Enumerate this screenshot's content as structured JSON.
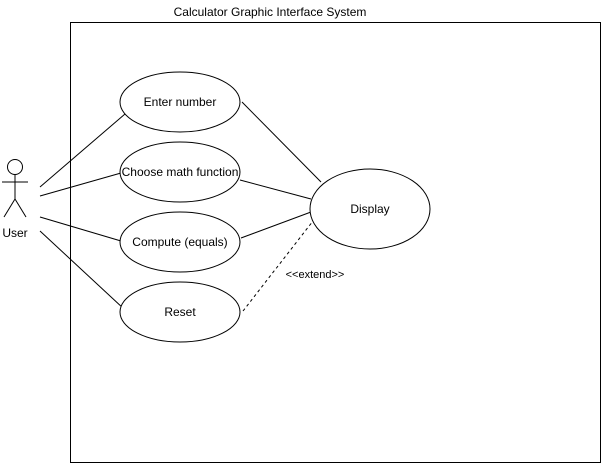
{
  "diagram": {
    "type": "uml-use-case",
    "system": {
      "name": "Calculator Graphic Interface System"
    },
    "actor": {
      "name": "User"
    },
    "use_cases": [
      {
        "id": "enter-number",
        "label": "Enter number"
      },
      {
        "id": "choose-math-function",
        "label": "Choose math function"
      },
      {
        "id": "compute-equals",
        "label": "Compute (equals)"
      },
      {
        "id": "reset",
        "label": "Reset"
      },
      {
        "id": "display",
        "label": "Display"
      }
    ],
    "associations": [
      {
        "from": "User",
        "to": "Enter number"
      },
      {
        "from": "User",
        "to": "Choose math function"
      },
      {
        "from": "User",
        "to": "Compute (equals)"
      },
      {
        "from": "User",
        "to": "Reset"
      },
      {
        "from": "Enter number",
        "to": "Display"
      },
      {
        "from": "Choose math function",
        "to": "Display"
      },
      {
        "from": "Compute (equals)",
        "to": "Display"
      }
    ],
    "extend": {
      "from": "Reset",
      "to": "Display",
      "label": "<<extend>>"
    },
    "colors": {
      "stroke": "#000000",
      "fill": "#ffffff",
      "text": "#000000"
    }
  }
}
